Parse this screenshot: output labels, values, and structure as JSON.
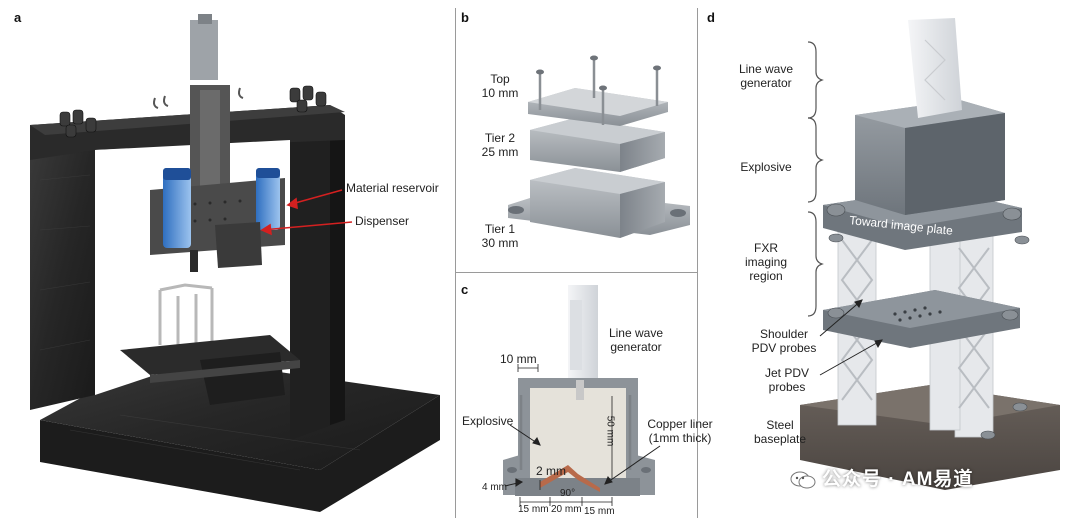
{
  "panels": {
    "a": {
      "label": "a",
      "callouts": [
        "Material reservoir",
        "Dispenser"
      ]
    },
    "b": {
      "label": "b",
      "tiers": [
        {
          "name": "Top",
          "height": "10 mm"
        },
        {
          "name": "Tier 2",
          "height": "25 mm"
        },
        {
          "name": "Tier 1",
          "height": "30 mm"
        }
      ]
    },
    "c": {
      "label": "c",
      "line_wave": "Line wave\ngenerator",
      "dim_10": "10 mm",
      "explosive": "Explosive",
      "copper_liner": "Copper liner\n(1mm thick)",
      "dim_50": "50 mm",
      "dim_2": "2 mm",
      "angle": "90°",
      "dim_4": "4 mm",
      "dim_15a": "15 mm",
      "dim_20": "20 mm",
      "dim_15b": "15 mm"
    },
    "d": {
      "label": "d",
      "line_wave": "Line wave\ngenerator",
      "explosive": "Explosive",
      "fxr": "FXR\nimaging\nregion",
      "shoulder": "Shoulder\nPDV probes",
      "jet": "Jet PDV\nprobes",
      "steel": "Steel\nbaseplate",
      "toward": "Toward image plate"
    }
  },
  "watermark": "公众号 · AM易道",
  "colors": {
    "arrow_red": "#d42020",
    "dark_granite": "#2e2e2e",
    "steel_gray": "#9aa0a6",
    "white_part": "#e9ebee",
    "copper": "#b86a4a"
  }
}
